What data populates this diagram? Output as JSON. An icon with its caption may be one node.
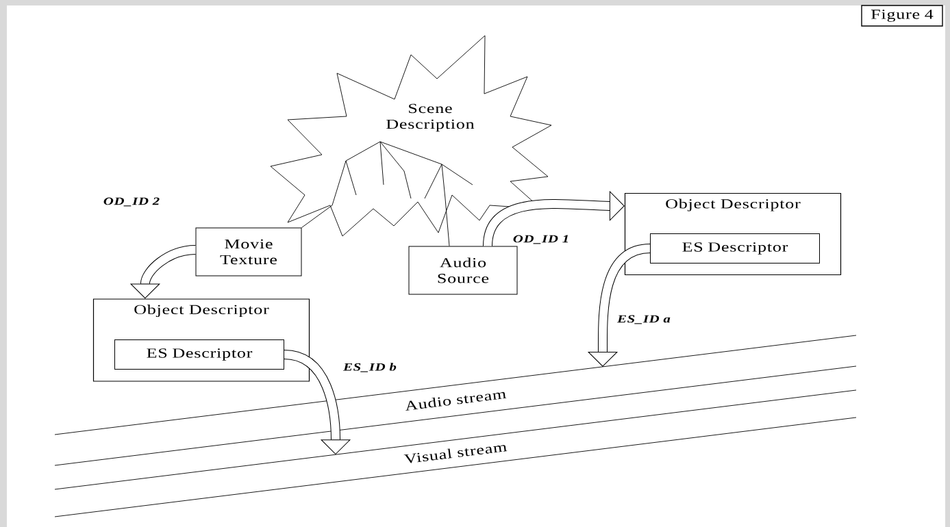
{
  "diagram": {
    "nodes": [
      {
        "text": [
          "Figure 4"
        ]
      },
      {
        "text": [
          "Scene Description"
        ]
      },
      {
        "text": [
          "Movie Texture"
        ]
      },
      {
        "text": [
          "Audio Source"
        ]
      },
      {
        "text": [
          "Object Descriptor"
        ]
      },
      {
        "text": [
          "ES Descriptor"
        ],
        "in": 4
      },
      {
        "text": [
          "Object Descriptor"
        ]
      },
      {
        "text": [
          "ES Descriptor"
        ],
        "in": 6
      }
    ],
    "edges": [
      {
        "from": 1,
        "to": 2,
        "arrow": "none"
      },
      {
        "from": 1,
        "to": 3,
        "arrow": "none"
      },
      {
        "from": 2,
        "to": 6,
        "arrow": "to",
        "label": "OD_ID 2"
      },
      {
        "from": 3,
        "to": 4,
        "arrow": "to",
        "label": "OD_ID 1"
      },
      {
        "from": 5,
        "to": null,
        "arrow": "to",
        "label": "ES_ID a"
      },
      {
        "from": 7,
        "to": null,
        "arrow": "to",
        "label": "ES_ID b"
      }
    ],
    "labels": [
      "Audio stream",
      "Visual stream"
    ]
  }
}
